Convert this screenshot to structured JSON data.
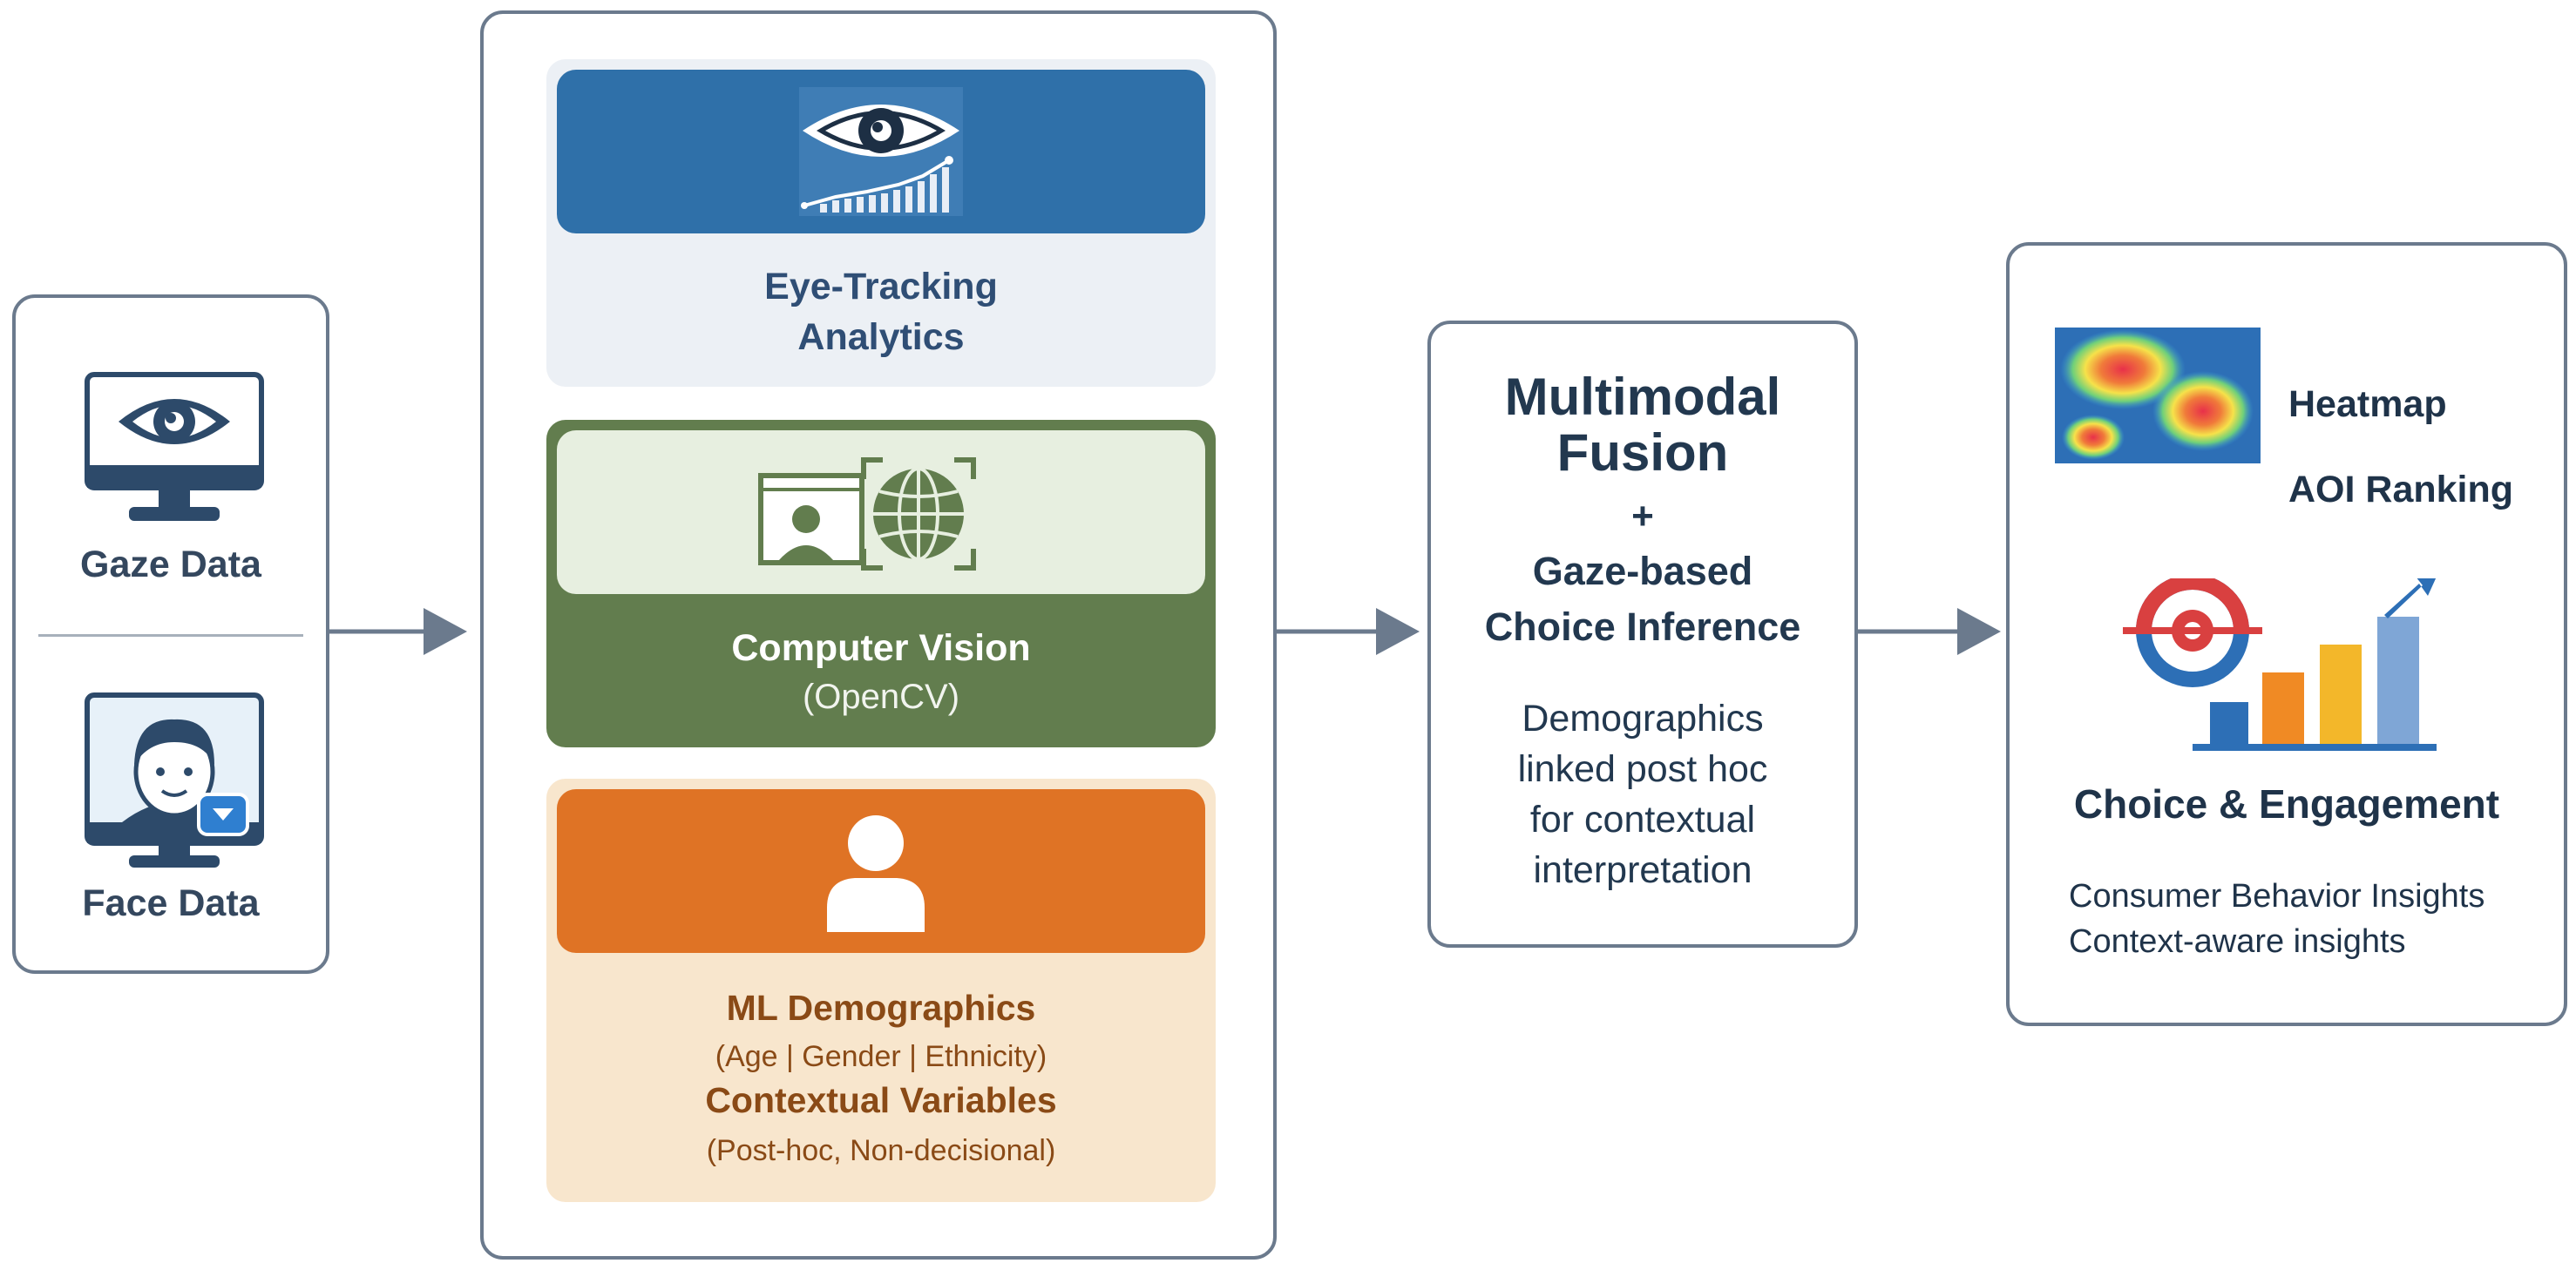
{
  "input": {
    "gaze_label": "Gaze Data",
    "face_label": "Face Data"
  },
  "processing": {
    "eye_tracking": {
      "line1": "Eye-Tracking",
      "line2": "Analytics"
    },
    "computer_vision": {
      "title": "Computer Vision",
      "subtitle": "(OpenCV)"
    },
    "ml": {
      "title": "ML Demographics",
      "subtitle": "(Age | Gender | Ethnicity)",
      "context_title": "Contextual Variables",
      "context_subtitle": "(Post-hoc, Non-decisional)"
    }
  },
  "fusion": {
    "title_line1": "Multimodal",
    "title_line2": "Fusion",
    "plus": "+",
    "sub_line1": "Gaze-based",
    "sub_line2": "Choice Inference",
    "note_lines": [
      "Demographics",
      "linked post hoc",
      "for contextual",
      "interpretation"
    ]
  },
  "output": {
    "heatmap_label": "Heatmap",
    "aoi_label": "AOI Ranking",
    "choice_label": "Choice & Engagement",
    "insight_1": "Consumer Behavior Insights",
    "insight_2": "Context-aware insights"
  },
  "colors": {
    "border": "#6b7a8d",
    "arrow": "#6b7a8d",
    "eye_blue": "#2f70a9",
    "cv_green": "#627d4e",
    "ml_orange": "#df7325",
    "ml_light": "#f8e6cd",
    "text_dark": "#22384f"
  },
  "icons": {
    "gaze": "monitor-eye-icon",
    "face": "monitor-face-icon",
    "eye_tracking": "eye-chart-icon",
    "computer_vision": "face-globe-scan-icon",
    "ml": "person-icon",
    "heatmap": "heatmap-icon",
    "choice": "target-bar-chart-icon"
  }
}
